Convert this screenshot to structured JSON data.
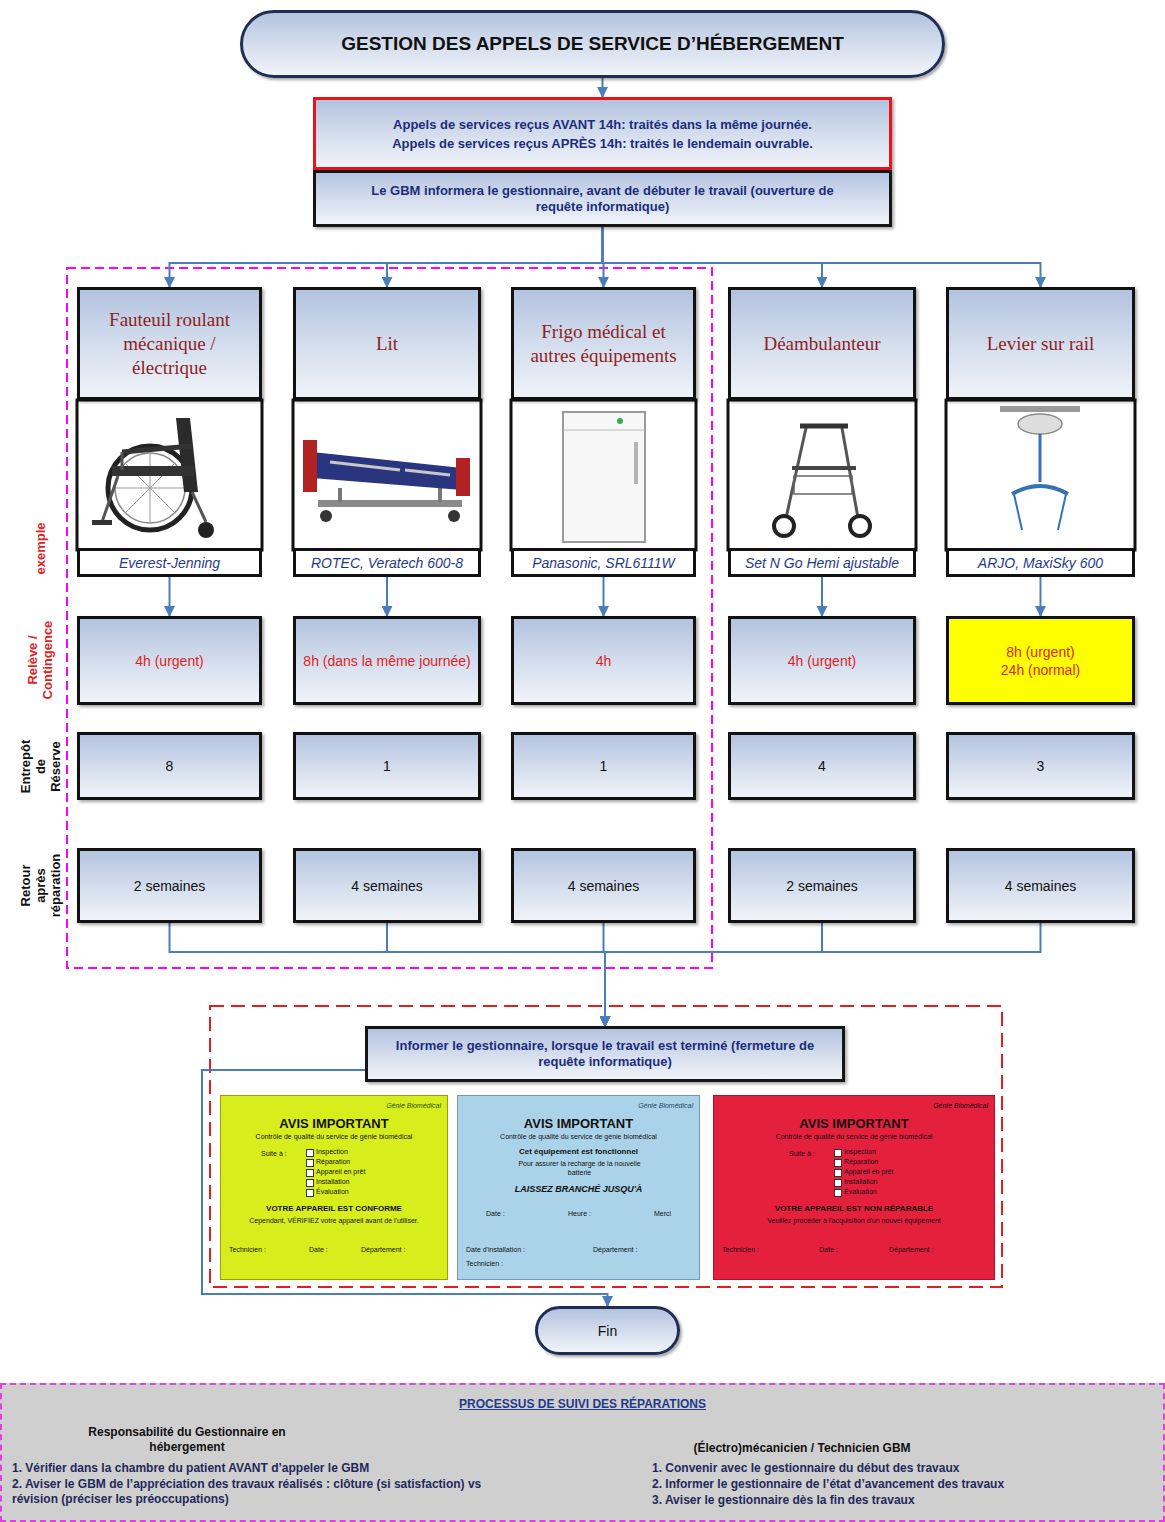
{
  "diagram": {
    "nodes": [
      {
        "text": [
          "GESTION DES APPELS DE SERVICE D’HÉBERGEMENT"
        ]
      },
      {
        "text": [
          "Appels de services reçus AVANT 14h: traités dans la même journée.",
          "Appels de services reçus APRÈS 14h: traités le lendemain ouvrable."
        ]
      },
      {
        "text": [
          "Le GBM informera le gestionnaire, avant de débuter le travail (ouverture de requête informatique)"
        ]
      },
      {
        "text": [
          "Fauteuil roulant mécanique / électrique"
        ]
      },
      {
        "text": [
          "Lit"
        ]
      },
      {
        "text": [
          "Frigo médical et autres équipements"
        ]
      },
      {
        "text": [
          "Déambulanteur"
        ]
      },
      {
        "text": [
          "Levier sur rail"
        ]
      },
      {
        "text": [
          "Everest-Jenning"
        ]
      },
      {
        "text": [
          "ROTEC, Veratech 600-8"
        ]
      },
      {
        "text": [
          "Panasonic, SRL6111W"
        ]
      },
      {
        "text": [
          "Set N Go Hemi ajustable"
        ]
      },
      {
        "text": [
          "ARJO, MaxiSky 600"
        ]
      },
      {
        "text": [
          "4h (urgent)"
        ]
      },
      {
        "text": [
          "8h (dans la même journée)"
        ]
      },
      {
        "text": [
          "4h"
        ]
      },
      {
        "text": [
          "4h (urgent)"
        ]
      },
      {
        "text": [
          "8h (urgent) 24h (normal)"
        ]
      },
      {
        "text": [
          "8"
        ]
      },
      {
        "text": [
          "1"
        ]
      },
      {
        "text": [
          "1"
        ]
      },
      {
        "text": [
          "4"
        ]
      },
      {
        "text": [
          "3"
        ]
      },
      {
        "text": [
          "2 semaines"
        ]
      },
      {
        "text": [
          "4 semaines"
        ]
      },
      {
        "text": [
          "4 semaines"
        ]
      },
      {
        "text": [
          "2 semaines"
        ]
      },
      {
        "text": [
          "4 semaines"
        ]
      },
      {
        "text": [
          "Informer le gestionnaire, lorsque le travail est terminé (fermeture de requête informatique)"
        ]
      },
      {
        "text": [
          "Génie Biomédical",
          "AVIS IMPORTANT",
          "Contrôle de qualité du service de génie biomédical",
          "Suite à :",
          "Inspection",
          "Réparation",
          "Appareil en prêt",
          "Installation",
          "Évaluation",
          "VOTRE APPAREIL EST CONFORME",
          "Cependant, VÉRIFIEZ votre appareil avant de l'utiliser.",
          "Technicien :",
          "Date :",
          "Département :"
        ]
      },
      {
        "text": [
          "Génie Biomédical",
          "AVIS IMPORTANT",
          "Contrôle de qualité du service de génie biomédical",
          "Cet équipement est fonctionnel",
          "Pour assurer la recharge de la nouvelle batterie",
          "LAISSEZ BRANCHÉ JUSQU'À",
          "Date :",
          "Heure :",
          "Merci",
          "Date d'installation :",
          "Département :",
          "Technicien :"
        ]
      },
      {
        "text": [
          "Génie Biomédical",
          "AVIS IMPORTANT",
          "Contrôle de qualité du service de génie biomédical",
          "Suite à :",
          "Inspection",
          "Réparation",
          "Appareil en prêt",
          "Installation",
          "Évaluation",
          "VOTRE APPAREIL EST NON RÉPARABLE",
          "Veuillez procéder à l'acquisition d'un nouvel équipement",
          "Technicien :",
          "Date :",
          "Département :"
        ]
      },
      {
        "text": [
          "Fin"
        ]
      },
      {
        "text": [
          "PROCESSUS DE SUIVI DES RÉPARATIONS",
          "Responsabilité du Gestionnaire en hébergement",
          "1. Vérifier dans la chambre du patient AVANT d’appeler le GBM",
          "2. Aviser le GBM de l’appréciation des travaux réalisés : clôture (si satisfaction) vs révision (préciser les préoccupations)",
          "(Électro)mécanicien / Technicien GBM",
          "1. Convenir avec le gestionnaire du début des travaux",
          "2. Informer le gestionnaire de l’état d’avancement des travaux",
          "3. Aviser le gestionnaire dès la fin des travaux"
        ]
      }
    ],
    "edges": [
      {
        "from": 0,
        "to": 1,
        "arrow": "to"
      },
      {
        "from": 2,
        "to": 3,
        "arrow": "to"
      },
      {
        "from": 2,
        "to": 4,
        "arrow": "to"
      },
      {
        "from": 2,
        "to": 5,
        "arrow": "to"
      },
      {
        "from": 2,
        "to": 6,
        "arrow": "to"
      },
      {
        "from": 2,
        "to": 7,
        "arrow": "to"
      },
      {
        "from": 8,
        "to": 13,
        "arrow": "to"
      },
      {
        "from": 9,
        "to": 14,
        "arrow": "to"
      },
      {
        "from": 10,
        "to": 15,
        "arrow": "to"
      },
      {
        "from": 11,
        "to": 16,
        "arrow": "to"
      },
      {
        "from": 12,
        "to": 17,
        "arrow": "to"
      },
      {
        "from": 23,
        "to": 28,
        "arrow": "to"
      },
      {
        "from": 24,
        "to": 28,
        "arrow": "to"
      },
      {
        "from": 25,
        "to": 28,
        "arrow": "to"
      },
      {
        "from": 26,
        "to": 28,
        "arrow": "to"
      },
      {
        "from": 27,
        "to": 28,
        "arrow": "to"
      },
      {
        "from": 28,
        "to": 32,
        "arrow": "to"
      }
    ],
    "labels": [
      "exemple",
      "Relève / Contingence",
      "Entrepôt de Réserve",
      "Retour après réparation"
    ]
  }
}
